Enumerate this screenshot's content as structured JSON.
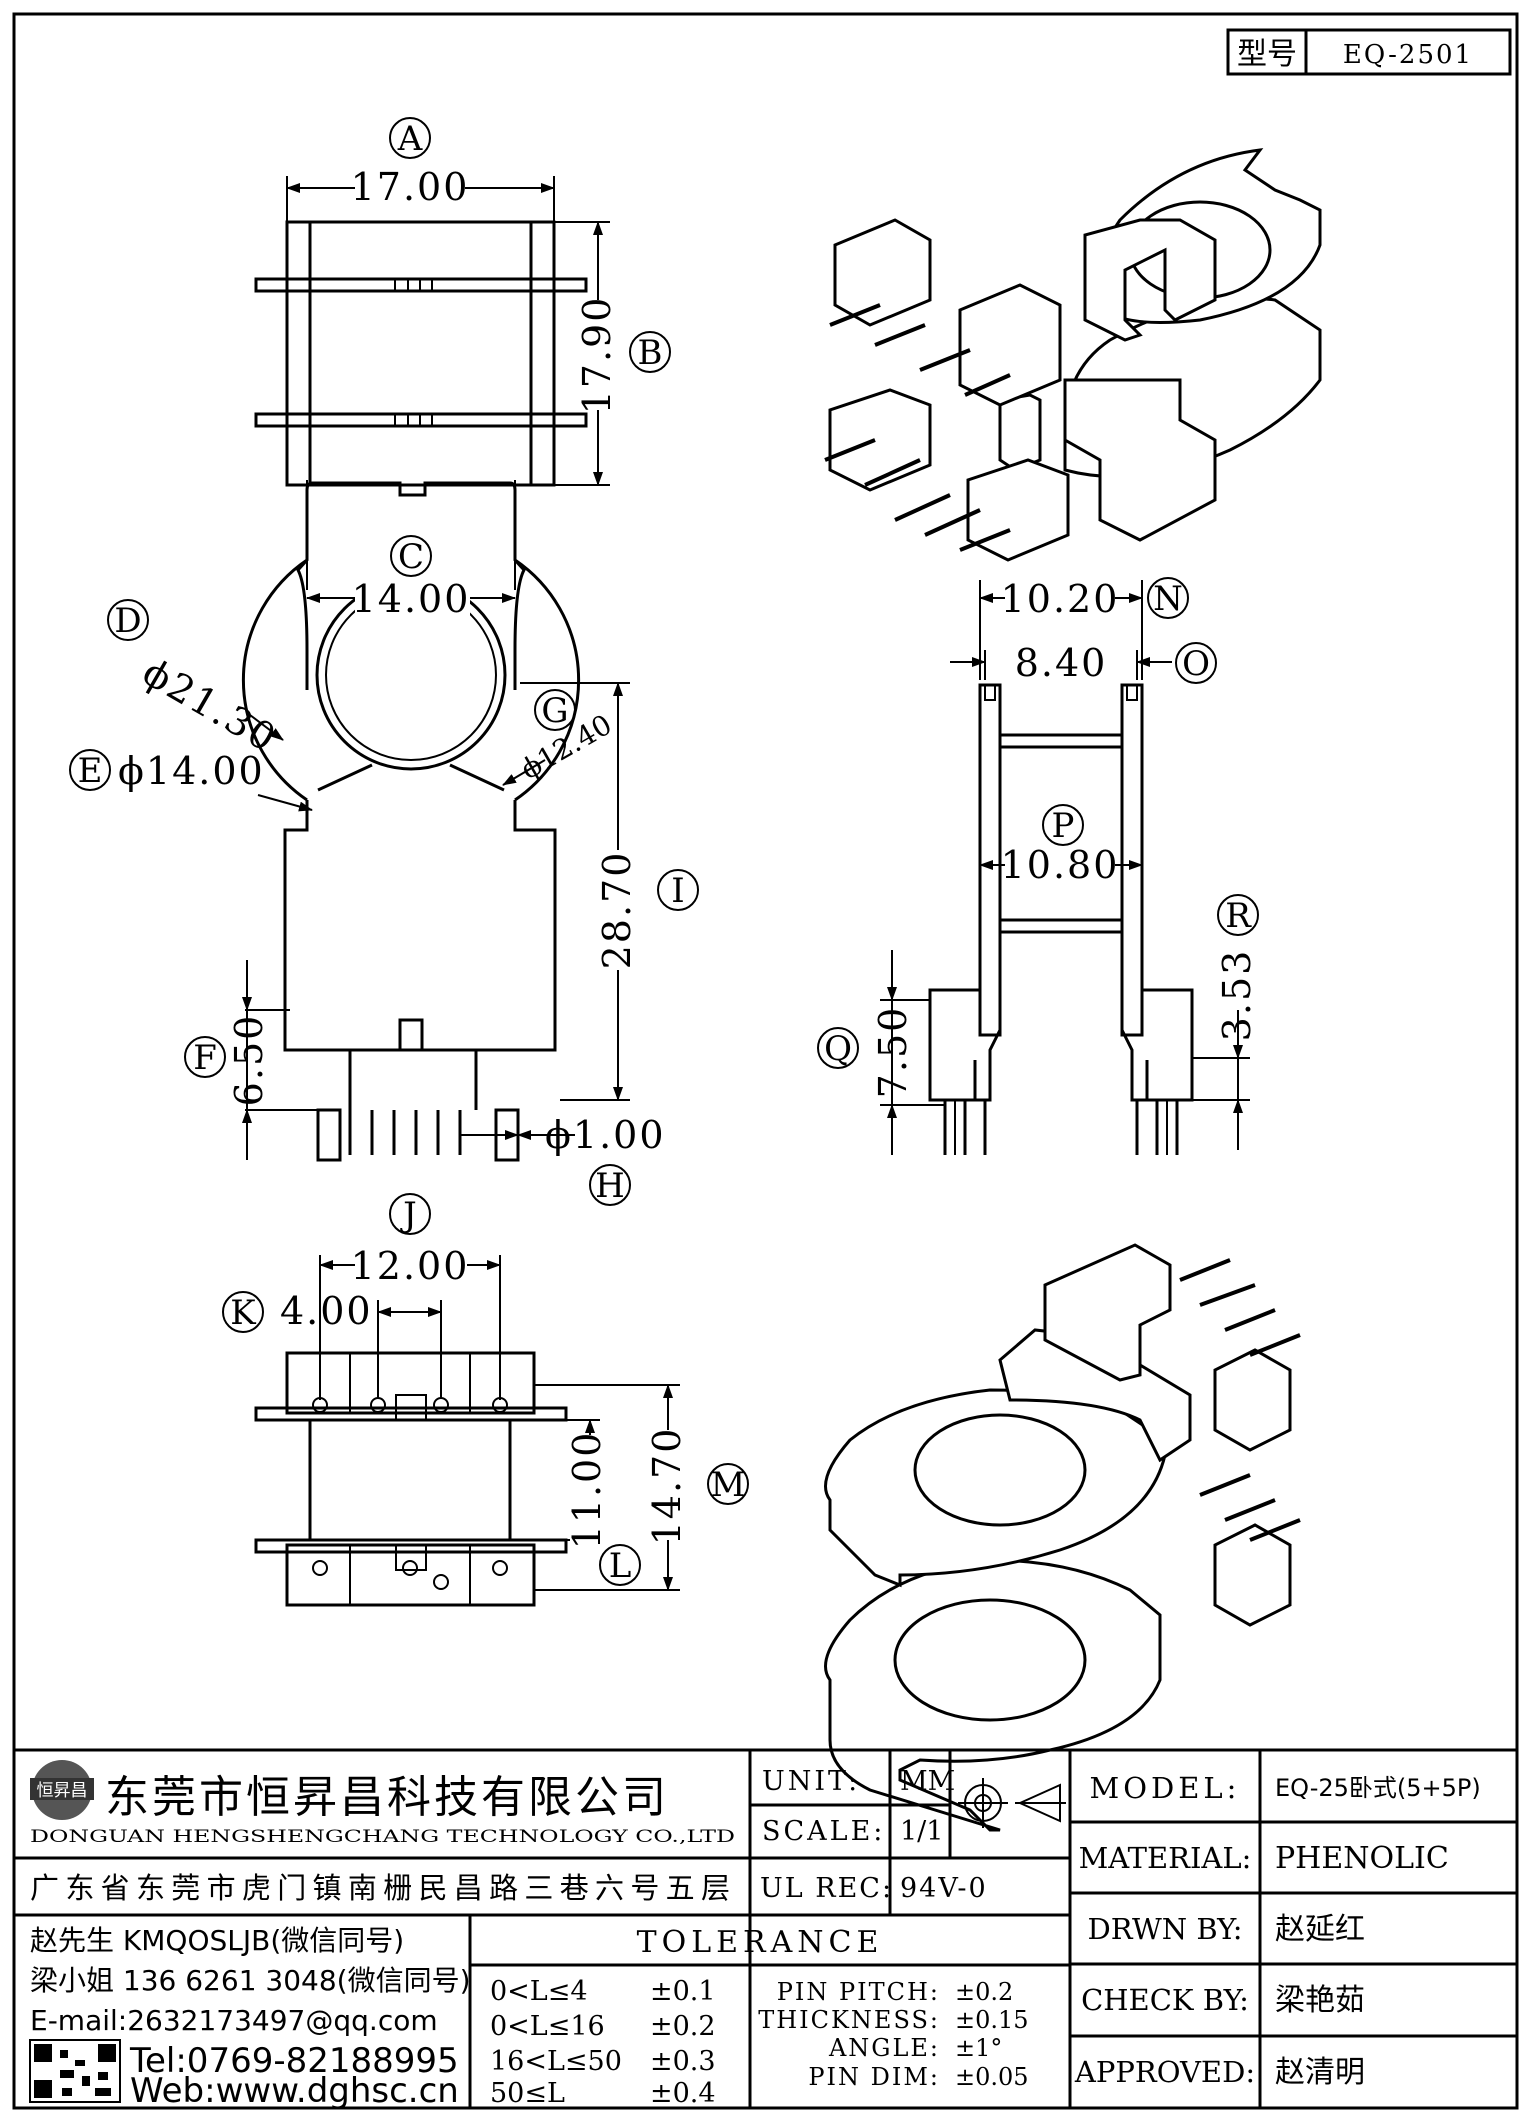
{
  "part_no": {
    "label": "型号",
    "value": "EQ-2501"
  },
  "dims": {
    "A": {
      "letter": "A",
      "value": "17.00"
    },
    "B": {
      "letter": "B",
      "value": "17.90"
    },
    "C": {
      "letter": "C",
      "value": "14.00"
    },
    "D": {
      "letter": "D",
      "value": "ϕ21.30"
    },
    "E": {
      "letter": "E",
      "value": "ϕ14.00"
    },
    "G": {
      "letter": "G",
      "value": "ϕ12.40"
    },
    "I": {
      "letter": "I",
      "value": "28.70"
    },
    "F": {
      "letter": "F",
      "value": "6.50"
    },
    "H": {
      "letter": "H",
      "value": "ϕ1.00"
    },
    "N": {
      "letter": "N",
      "value": "10.20"
    },
    "O": {
      "letter": "O",
      "value": "8.40"
    },
    "P": {
      "letter": "P",
      "value": "10.80"
    },
    "R": {
      "letter": "R",
      "value": "3.53"
    },
    "Q": {
      "letter": "Q",
      "value": "7.50"
    },
    "J": {
      "letter": "J",
      "value": "12.00"
    },
    "K": {
      "letter": "K",
      "value": "4.00"
    },
    "L": {
      "letter": "L",
      "value": "11.00"
    },
    "M": {
      "letter": "M",
      "value": "14.70"
    }
  },
  "company": {
    "name_cn": "东莞市恒昇昌科技有限公司",
    "name_en": "DONGUAN HENGSHENGCHANG TECHNOLOGY CO.,LTD",
    "address": "广东省东莞市虎门镇南栅民昌路三巷六号五层",
    "contact1": "赵先生 KMQOSLJB(微信同号)",
    "contact2": "梁小姐 136 6261 3048(微信同号)",
    "email": "E-mail:2632173497@qq.com",
    "tel": "Tel:0769-82188995",
    "web": "Web:www.dghsc.cn",
    "logo_text": "恒昇昌"
  },
  "unit": {
    "label": "UNIT:",
    "value": "MM"
  },
  "scale": {
    "label": "SCALE:",
    "value": "1/1"
  },
  "ulrec": {
    "label": "UL REC:",
    "value": "94V-0"
  },
  "tolerance": {
    "title": "TOLERANCE",
    "rows": [
      {
        "range": "0<L≤4",
        "tol": "±0.1"
      },
      {
        "range": "0<L≤16",
        "tol": "±0.2"
      },
      {
        "range": "16<L≤50",
        "tol": "±0.3"
      },
      {
        "range": "50≤L",
        "tol": "±0.4"
      }
    ],
    "specs": [
      {
        "name": "PIN PITCH:",
        "tol": "±0.2"
      },
      {
        "name": "THICKNESS:",
        "tol": "±0.15"
      },
      {
        "name": "ANGLE:",
        "tol": "±1°"
      },
      {
        "name": "PIN DIM:",
        "tol": "±0.05"
      }
    ]
  },
  "info": {
    "model": {
      "label": "MODEL:",
      "value": "EQ-25卧式(5+5P)"
    },
    "material": {
      "label": "MATERIAL:",
      "value": "PHENOLIC"
    },
    "drawn": {
      "label": "DRWN BY:",
      "value": "赵延红"
    },
    "check": {
      "label": "CHECK BY:",
      "value": "梁艳茹"
    },
    "approved": {
      "label": "APPROVED:",
      "value": "赵清明"
    }
  }
}
